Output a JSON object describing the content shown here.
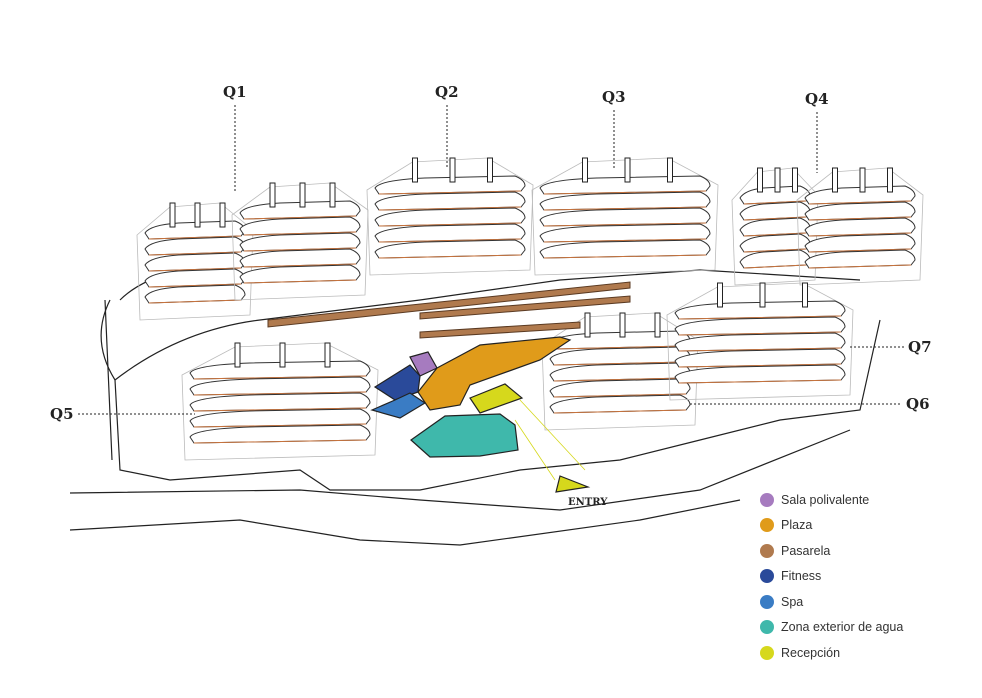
{
  "labels": {
    "q1": "Q1",
    "q2": "Q2",
    "q3": "Q3",
    "q4": "Q4",
    "q5": "Q5",
    "q6": "Q6",
    "q7": "Q7",
    "entry": "ENTRY"
  },
  "legend": [
    {
      "label": "Sala polivalente",
      "color": "#a67bbf"
    },
    {
      "label": "Plaza",
      "color": "#e09b1a"
    },
    {
      "label": "Pasarela",
      "color": "#b07a4e"
    },
    {
      "label": "Fitness",
      "color": "#2a4a9a"
    },
    {
      "label": "Spa",
      "color": "#3a7cc4"
    },
    {
      "label": "Zona exterior de agua",
      "color": "#3fb8ab"
    },
    {
      "label": "Recepción",
      "color": "#d6d81c"
    }
  ]
}
